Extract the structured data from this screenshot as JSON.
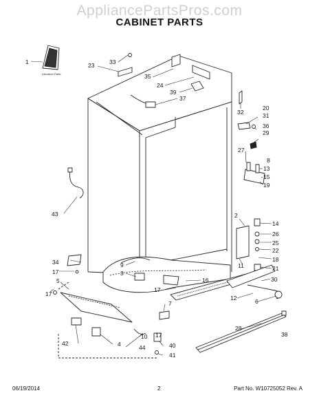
{
  "watermark": "AppliancePartsPros.com",
  "title": "CABINET PARTS",
  "literature_label": "Literature Parts",
  "callouts": [
    "1",
    "33",
    "23",
    "35",
    "24",
    "39",
    "37",
    "32",
    "20",
    "31",
    "36",
    "29",
    "27",
    "8",
    "13",
    "15",
    "19",
    "43",
    "2",
    "14",
    "26",
    "25",
    "22",
    "18",
    "21",
    "11",
    "9",
    "3",
    "16",
    "17",
    "34",
    "5",
    "30",
    "12",
    "6",
    "7",
    "28",
    "38",
    "10",
    "4",
    "44",
    "42",
    "40",
    "41"
  ],
  "footer": {
    "date": "06/19/2014",
    "page": "2",
    "part_no": "Part No. W10725052  Rev. A"
  }
}
